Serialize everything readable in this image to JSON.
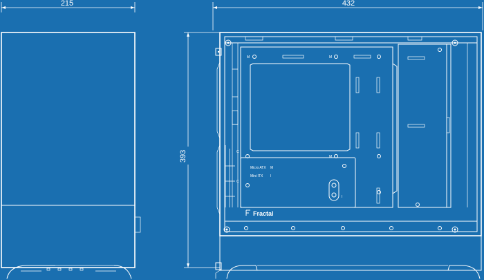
{
  "dimensions": {
    "front_width": "215",
    "side_depth": "432",
    "height": "393"
  },
  "labels": {
    "brand": "Fractal",
    "board_micro_atx": "Micro ATX",
    "board_micro_atx_mark": "M",
    "board_mini_itx": "Mini ITX",
    "board_mini_itx_mark": "I",
    "mount_m": "M",
    "mount_i": "I",
    "mount_c": "C"
  },
  "colors": {
    "background": "#1a6fb0",
    "line": "#ffffff"
  }
}
